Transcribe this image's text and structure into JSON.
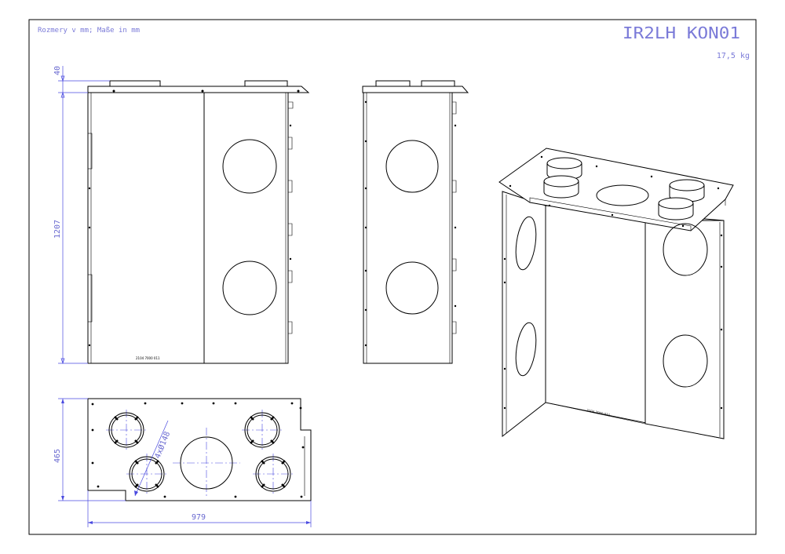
{
  "drawing": {
    "units_note": "Rozmery v mm; Maße in mm",
    "model": "IR2LH KON01",
    "weight": "17,5 kg",
    "part_number": "2104 7000 011"
  },
  "dimensions": {
    "front_top": "40",
    "front_height": "1207",
    "top_depth": "465",
    "top_width": "979",
    "hole_callout": "4xØ148"
  },
  "colors": {
    "line": "#000000",
    "dimension": "#4a4ae0",
    "label": "#7a7ad8"
  }
}
